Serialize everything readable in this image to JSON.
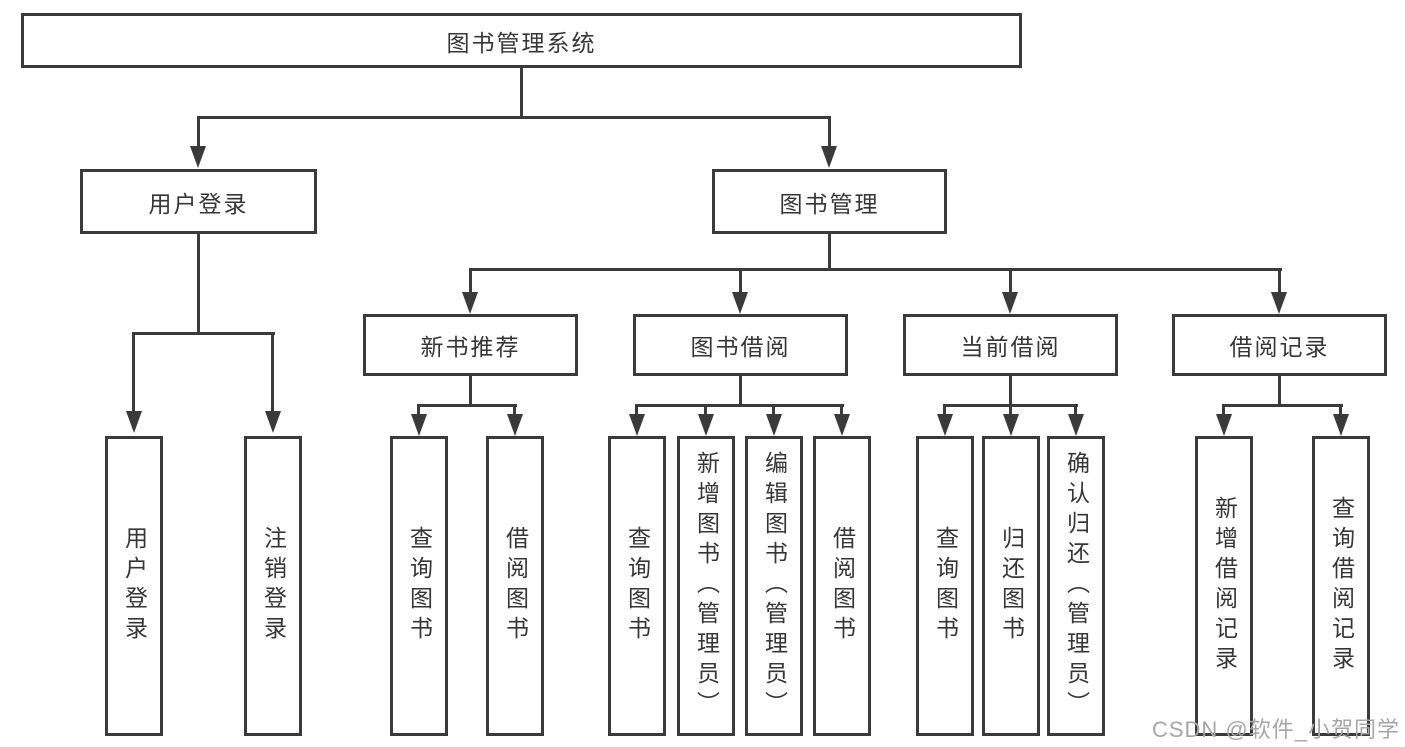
{
  "tree": {
    "root": {
      "label": "图书管理系统",
      "children": [
        {
          "label": "用户登录",
          "children": [
            {
              "label": "用户登录"
            },
            {
              "label": "注销登录"
            }
          ]
        },
        {
          "label": "图书管理",
          "children": [
            {
              "label": "新书推荐",
              "children": [
                {
                  "label": "查询图书"
                },
                {
                  "label": "借阅图书"
                }
              ]
            },
            {
              "label": "图书借阅",
              "children": [
                {
                  "label": "查询图书"
                },
                {
                  "label": "新增图书（管理员）"
                },
                {
                  "label": "编辑图书（管理员）"
                },
                {
                  "label": "借阅图书"
                }
              ]
            },
            {
              "label": "当前借阅",
              "children": [
                {
                  "label": "查询图书"
                },
                {
                  "label": "归还图书"
                },
                {
                  "label": "确认归还（管理员）"
                }
              ]
            },
            {
              "label": "借阅记录",
              "children": [
                {
                  "label": "新增借阅记录"
                },
                {
                  "label": "查询借阅记录"
                }
              ]
            }
          ]
        }
      ]
    }
  },
  "watermark": {
    "text": "CSDN @软件_小贺同学"
  },
  "colors": {
    "line": "#3a3a3a",
    "text": "#363636",
    "watermark": "#a6a6a6",
    "background": "#ffffff"
  }
}
